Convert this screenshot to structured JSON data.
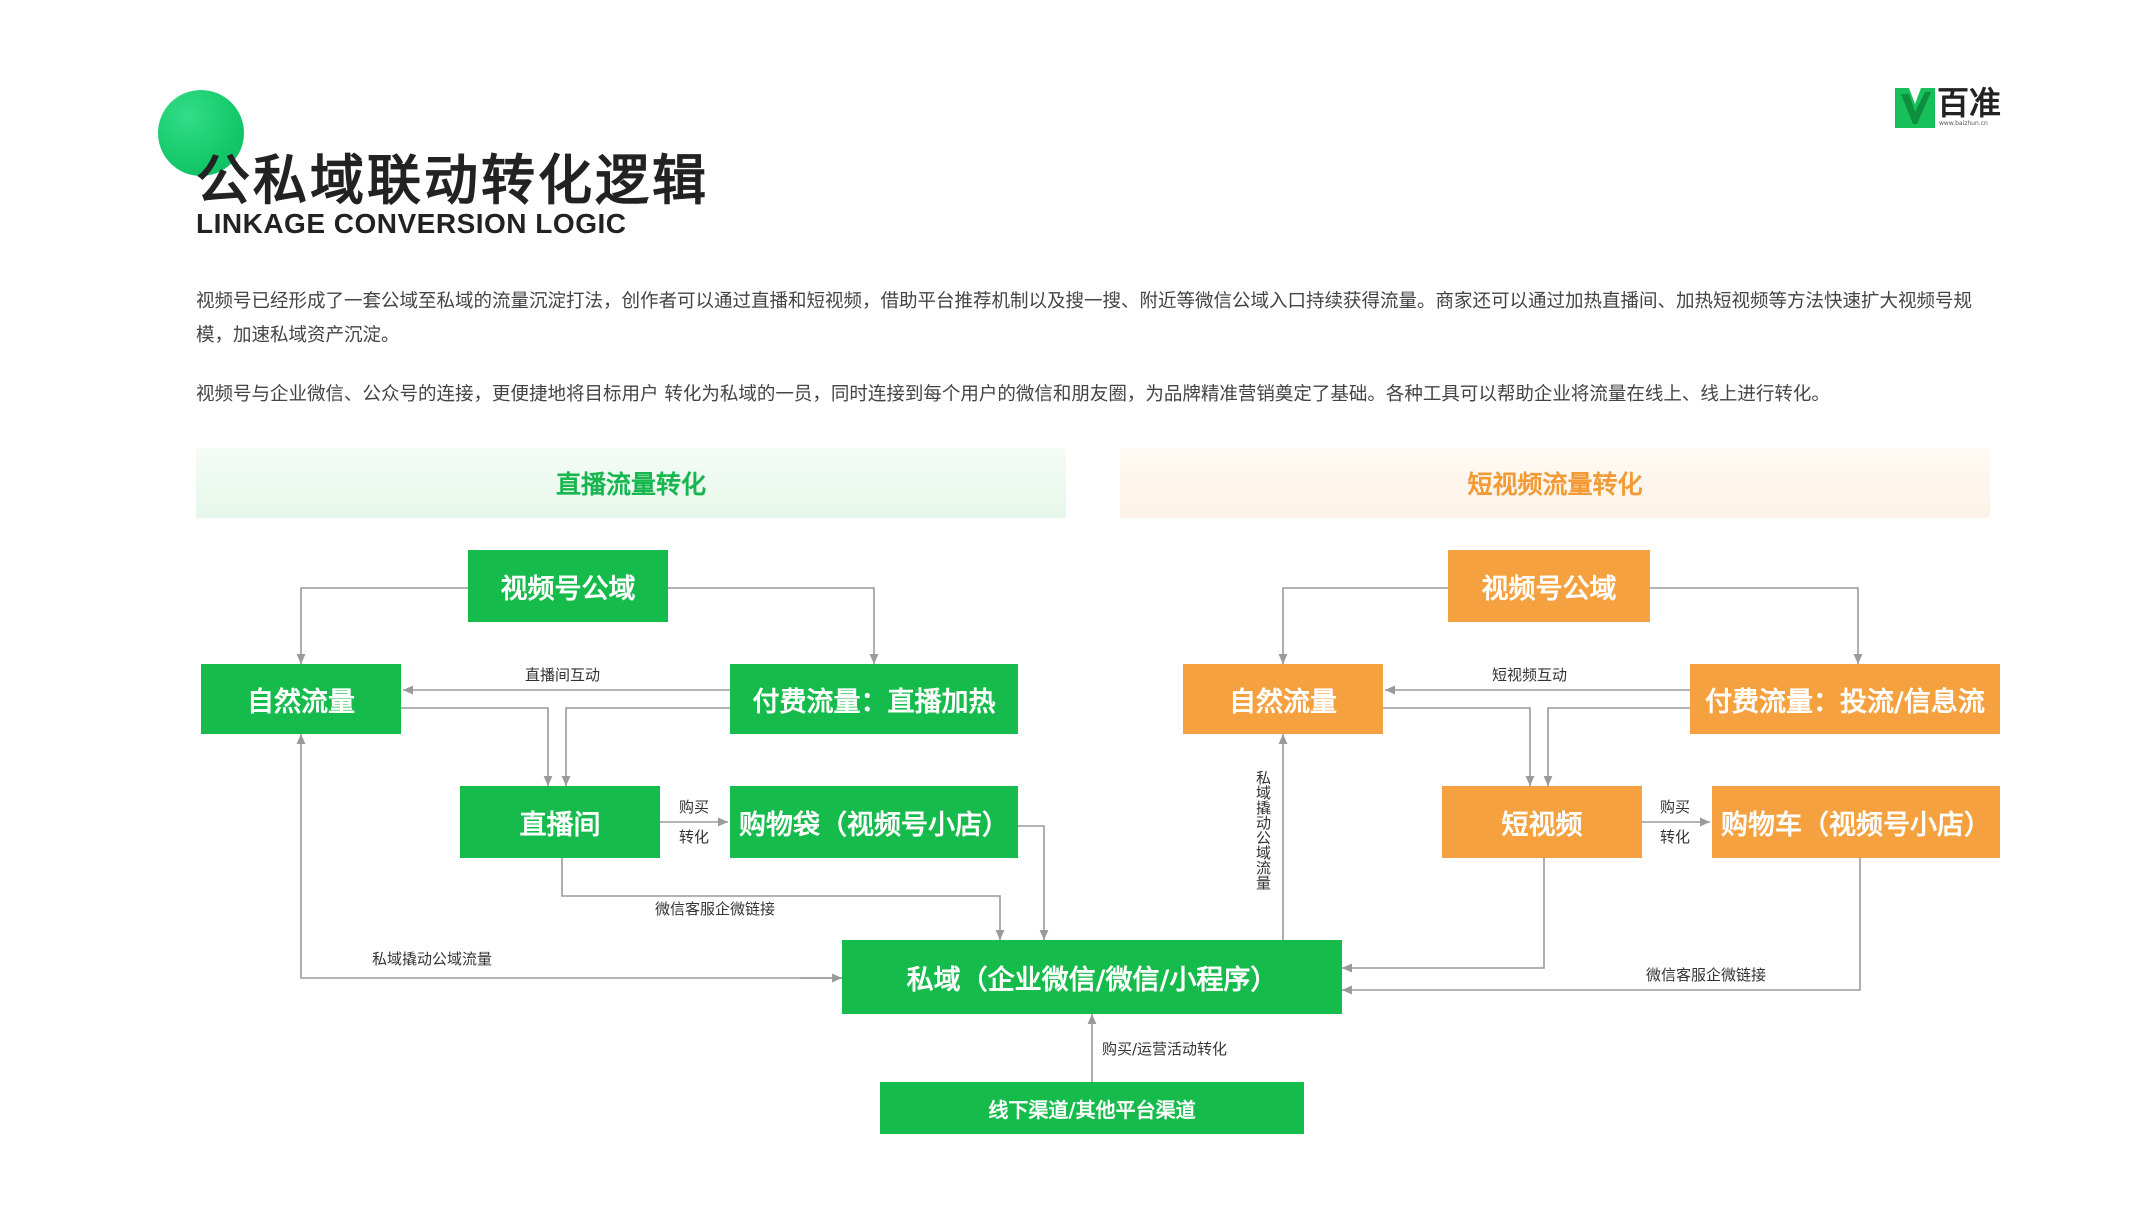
{
  "header": {
    "title_cn": "公私域联动转化逻辑",
    "title_en": "LINKAGE CONVERSION LOGIC",
    "logo_text": "百准",
    "logo_url": "www.baizhun.cn"
  },
  "intro": {
    "p1": "视频号已经形成了一套公域至私域的流量沉淀打法，创作者可以通过直播和短视频，借助平台推荐机制以及搜一搜、附近等微信公域入口持续获得流量。商家还可以通过加热直播间、加热短视频等方法快速扩大视频号规模，加速私域资产沉淀。",
    "p2": "视频号与企业微信、公众号的连接，更便捷地将目标用户 转化为私域的一员，同时连接到每个用户的微信和朋友圈，为品牌精准营销奠定了基础。各种工具可以帮助企业将流量在线上、线上进行转化。"
  },
  "sections": {
    "live": "直播流量转化",
    "short": "短视频流量转化"
  },
  "live_flow": {
    "public": "视频号公域",
    "natural": "自然流量",
    "paid": "付费流量：直播加热",
    "room": "直播间",
    "bag": "购物袋（视频号小店）",
    "interact_label": "直播间互动",
    "buy_label_1": "购买",
    "buy_label_2": "转化",
    "wechat_link_label": "微信客服企微链接",
    "private_drive_label": "私域撬动公域流量"
  },
  "short_flow": {
    "public": "视频号公域",
    "natural": "自然流量",
    "paid": "付费流量：投流/信息流",
    "video": "短视频",
    "cart": "购物车（视频号小店）",
    "interact_label": "短视频互动",
    "buy_label_1": "购买",
    "buy_label_2": "转化",
    "wechat_link_label": "微信客服企微链接",
    "private_drive_label": "私域撬动公域流量"
  },
  "bottom": {
    "private": "私域（企业微信/微信/小程序）",
    "offline": "线下渠道/其他平台渠道",
    "convert_label": "购买/运营活动转化"
  },
  "colors": {
    "green": "#15bb4b",
    "orange": "#f5a13f",
    "line": "#9a9a9a"
  }
}
